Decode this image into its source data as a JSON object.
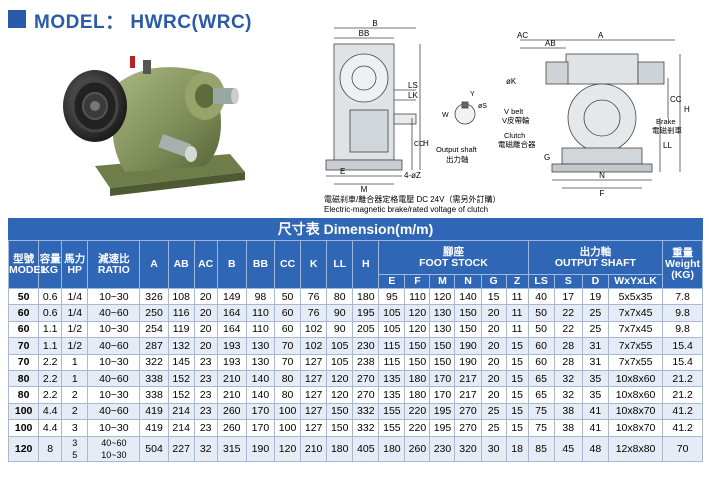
{
  "header": {
    "title": "MODEL： HWRC(WRC)"
  },
  "drawing": {
    "left_labels": [
      "B",
      "BB",
      "LS",
      "LK",
      "H",
      "CC",
      "E",
      "M",
      "4-øZ"
    ],
    "key_labels": [
      "Y",
      "W",
      "øS",
      "Output shaft",
      "出力軸"
    ],
    "right_labels": [
      "AC",
      "AB",
      "A",
      "øK",
      "V belt",
      "V皮帶輪",
      "Clutch",
      "電磁離合器",
      "Brake",
      "電磁剎車",
      "CC",
      "H",
      "LL",
      "G",
      "N",
      "F"
    ],
    "note_cn": "電磁刹車/離合器定格電壓 DC 24V（需另外訂購）",
    "note_en": "Electric-magnetic brake/rated voltage of clutch"
  },
  "dimension_title": "尺寸表 Dimension(m/m)",
  "table": {
    "head_model": [
      "型號",
      "MODEL"
    ],
    "head_kg": [
      "容量",
      "KG"
    ],
    "head_hp": [
      "馬力",
      "HP"
    ],
    "head_ratio": [
      "減速比",
      "RATIO"
    ],
    "head_dims": [
      "A",
      "AB",
      "AC",
      "B",
      "BB",
      "CC",
      "K",
      "LL",
      "H"
    ],
    "head_foot": [
      "腳座",
      "FOOT STOCK"
    ],
    "head_shaft": [
      "出力軸",
      "OUTPUT SHAFT"
    ],
    "head_weight": [
      "重量",
      "Weight",
      "(KG)"
    ],
    "foot_cols": [
      "E",
      "F",
      "M",
      "N",
      "G",
      "Z"
    ],
    "shaft_cols": [
      "LS",
      "S",
      "D",
      "WxYxLK"
    ],
    "rows": [
      [
        "50",
        "0.6",
        "1/4",
        "10~30",
        "326",
        "108",
        "20",
        "149",
        "98",
        "50",
        "76",
        "80",
        "180",
        "95",
        "110",
        "120",
        "140",
        "15",
        "11",
        "40",
        "17",
        "19",
        "5x5x35",
        "7.8"
      ],
      [
        "60",
        "0.6",
        "1/4",
        "40~60",
        "250",
        "116",
        "20",
        "164",
        "110",
        "60",
        "76",
        "90",
        "195",
        "105",
        "120",
        "130",
        "150",
        "20",
        "11",
        "50",
        "22",
        "25",
        "7x7x45",
        "9.8"
      ],
      [
        "60",
        "1.1",
        "1/2",
        "10~30",
        "254",
        "119",
        "20",
        "164",
        "110",
        "60",
        "102",
        "90",
        "205",
        "105",
        "120",
        "130",
        "150",
        "20",
        "11",
        "50",
        "22",
        "25",
        "7x7x45",
        "9.8"
      ],
      [
        "70",
        "1.1",
        "1/2",
        "40~60",
        "287",
        "132",
        "20",
        "193",
        "130",
        "70",
        "102",
        "105",
        "230",
        "115",
        "150",
        "150",
        "190",
        "20",
        "15",
        "60",
        "28",
        "31",
        "7x7x55",
        "15.4"
      ],
      [
        "70",
        "2.2",
        "1",
        "10~30",
        "322",
        "145",
        "23",
        "193",
        "130",
        "70",
        "127",
        "105",
        "238",
        "115",
        "150",
        "150",
        "190",
        "20",
        "15",
        "60",
        "28",
        "31",
        "7x7x55",
        "15.4"
      ],
      [
        "80",
        "2.2",
        "1",
        "40~60",
        "338",
        "152",
        "23",
        "210",
        "140",
        "80",
        "127",
        "120",
        "270",
        "135",
        "180",
        "170",
        "217",
        "20",
        "15",
        "65",
        "32",
        "35",
        "10x8x60",
        "21.2"
      ],
      [
        "80",
        "2.2",
        "2",
        "10~30",
        "338",
        "152",
        "23",
        "210",
        "140",
        "80",
        "127",
        "120",
        "270",
        "135",
        "180",
        "170",
        "217",
        "20",
        "15",
        "65",
        "32",
        "35",
        "10x8x60",
        "21.2"
      ],
      [
        "100",
        "4.4",
        "2",
        "40~60",
        "419",
        "214",
        "23",
        "260",
        "170",
        "100",
        "127",
        "150",
        "332",
        "155",
        "220",
        "195",
        "270",
        "25",
        "15",
        "75",
        "38",
        "41",
        "10x8x70",
        "41.2"
      ],
      [
        "100",
        "4.4",
        "3",
        "10~30",
        "419",
        "214",
        "23",
        "260",
        "170",
        "100",
        "127",
        "150",
        "332",
        "155",
        "220",
        "195",
        "270",
        "25",
        "15",
        "75",
        "38",
        "41",
        "10x8x70",
        "41.2"
      ],
      [
        "120",
        "8",
        "3|5",
        "40~60|10~30",
        "504",
        "227",
        "32",
        "315",
        "190",
        "120",
        "210",
        "180",
        "405",
        "180",
        "260",
        "230",
        "320",
        "30",
        "18",
        "85",
        "45",
        "48",
        "12x8x80",
        "70"
      ]
    ]
  },
  "colors": {
    "brand_blue": "#2b5aa8",
    "header_blue": "#2f67b6",
    "row_alt": "#e6ecf6",
    "gear_green": "#8a9a62"
  }
}
